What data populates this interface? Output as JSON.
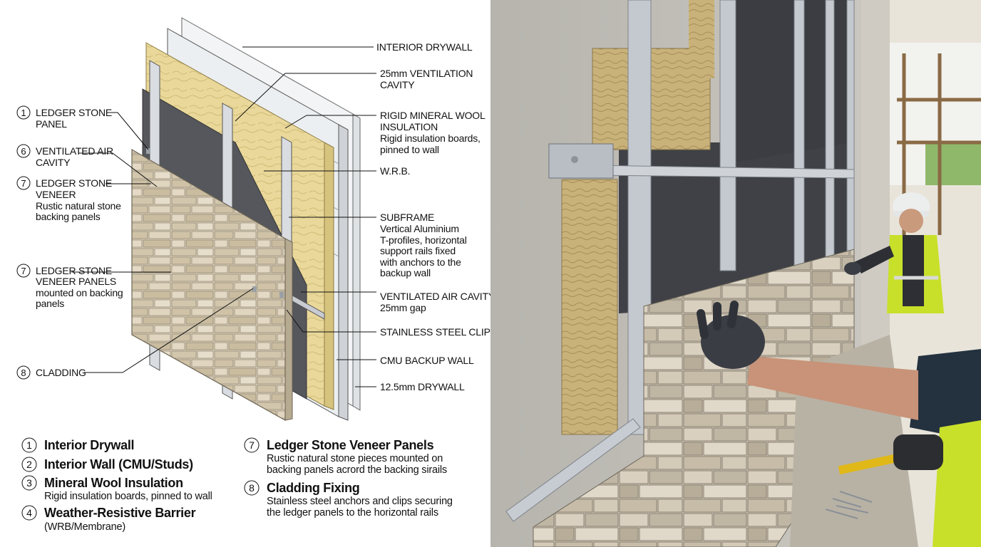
{
  "callouts_right": [
    {
      "title": "INTERIOR DRYWALL",
      "sub": []
    },
    {
      "title": "25mm VENTILATION",
      "sub": [
        "CAVITY"
      ]
    },
    {
      "title": "RIGID MINERAL WOOL",
      "sub": [
        "INSULATION",
        "Rigid insulation boards,",
        "pinned to wall"
      ]
    },
    {
      "title": "W.R.B.",
      "sub": []
    },
    {
      "title": "SUBFRAME",
      "sub": [
        "Vertical Aluminium",
        "T-profiles, horizontal",
        "support rails fixed",
        "with anchors to the",
        "backup wall"
      ]
    },
    {
      "title": "VENTILATED AIR CAVITY",
      "sub": [
        "25mm gap"
      ]
    },
    {
      "title": "STAINLESS STEEL CLIPS",
      "sub": []
    },
    {
      "title": "CMU BACKUP WALL",
      "sub": []
    },
    {
      "title": "12.5mm DRYWALL",
      "sub": []
    }
  ],
  "callouts_left": [
    {
      "num": "1",
      "title": "LEDGER STONE",
      "sub": [
        "PANEL"
      ]
    },
    {
      "num": "6",
      "title": "VENTILATED AIR",
      "sub": [
        "CAVITY"
      ]
    },
    {
      "num": "7",
      "title": "LEDGER STONE",
      "sub": [
        "VENEER",
        "Rustic natural stone",
        "backing panels"
      ]
    },
    {
      "num": "7",
      "title": "LEDGER STONE",
      "sub": [
        "VENEER PANELS",
        "mounted on backing",
        "panels"
      ]
    },
    {
      "num": "8",
      "title": "CLADDING",
      "sub": []
    }
  ],
  "legend": [
    {
      "num": "1",
      "title": "Interior Drywall",
      "desc": []
    },
    {
      "num": "2",
      "title": "Interior Wall (CMU/Studs)",
      "desc": []
    },
    {
      "num": "3",
      "title": "Mineral Wool Insulation",
      "desc": [
        "Rigid insulation boards, pinned to wall"
      ]
    },
    {
      "num": "4",
      "title": "Weather-Resistive Barrier",
      "desc": [
        "(WRB/Membrane)"
      ]
    },
    {
      "num": "7",
      "title": "Ledger Stone Veneer Panels",
      "desc": [
        "Rustic natural stone pieces mounted on",
        "backing panels acrord the backing sirails"
      ]
    },
    {
      "num": "8",
      "title": "Cladding Fixing",
      "desc": [
        "Stainless steel anchors and clips securing",
        "the ledger panels to the horizontal rails"
      ]
    }
  ],
  "colors": {
    "insulation": "#e9d89a",
    "wrb": "#55575c",
    "stone": "#d8ccb4",
    "aluminium": "#d9dde2",
    "concrete": "#c9c7c2",
    "vest": "#c8e02a"
  }
}
